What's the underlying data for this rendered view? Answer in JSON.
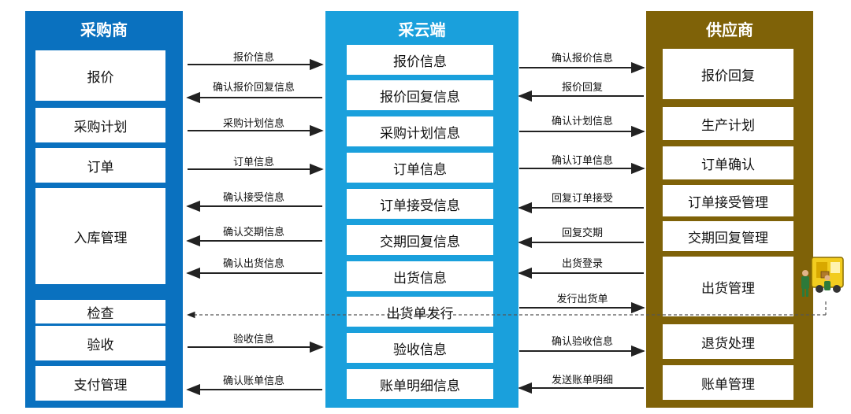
{
  "colors": {
    "buyer": "#0a71bf",
    "platform": "#1aa0dc",
    "supplier": "#7f6208",
    "arrow": "#222222"
  },
  "buyer": {
    "title": "采购商",
    "items": [
      "报价",
      "采购计划",
      "订单",
      "入库管理",
      "检查",
      "验收",
      "支付管理"
    ]
  },
  "platform": {
    "title": "采云端",
    "items": [
      "报价信息",
      "报价回复信息",
      "采购计划信息",
      "订单信息",
      "订单接受信息",
      "交期回复信息",
      "出货信息",
      "出货单发行",
      "验收信息",
      "账单明细信息"
    ]
  },
  "supplier": {
    "title": "供应商",
    "items": [
      "报价回复",
      "生产计划",
      "订单确认",
      "订单接受管理",
      "交期回复管理",
      "出货管理",
      "退货处理",
      "账单管理"
    ]
  },
  "left_arrows": [
    "报价信息",
    "确认报价回复信息",
    "采购计划信息",
    "订单信息",
    "确认接受信息",
    "确认交期信息",
    "确认出货信息",
    "验收信息",
    "确认账单信息"
  ],
  "right_arrows": [
    "确认报价信息",
    "报价回复",
    "确认计划信息",
    "确认订单信息",
    "回复订单接受",
    "回复交期",
    "出货登录",
    "发行出货单",
    "确认验收信息",
    "发送账单明细"
  ],
  "truck_icon": "delivery-truck-icon"
}
